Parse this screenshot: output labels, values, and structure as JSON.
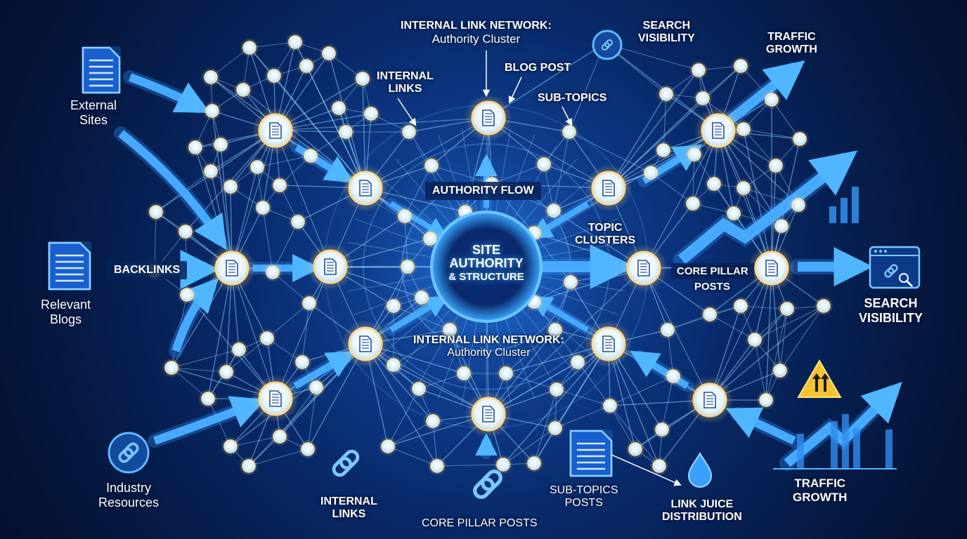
{
  "center": {
    "line1": "SITE",
    "line2": "AUTHORITY",
    "line3": "& STRUCTURE"
  },
  "labels": {
    "internal_link_network_top_line1": "INTERNAL LINK NETWORK:",
    "internal_link_network_top_line2": "Authority Cluster",
    "search_visibility_top_line1": "SEARCH",
    "search_visibility_top_line2": "VISIBILITY",
    "traffic_growth_top_line1": "TRAFFIC",
    "traffic_growth_top_line2": "GROWTH",
    "internal_links_top_line1": "INTERNAL",
    "internal_links_top_line2": "LINKS",
    "blog_post": "BLOG POST",
    "sub_topics": "SUB-TOPICS",
    "authority_flow": "AUTHORITY FLOW",
    "topic_clusters_line1": "TOPIC",
    "topic_clusters_line2": "CLUSTERS",
    "backlinks": "BACKLINKS",
    "core_pillar_right_line1": "CORE PILLAR",
    "core_pillar_right_line2": "POSTS",
    "internal_link_network_bottom_line1": "INTERNAL LINK NETWORK:",
    "internal_link_network_bottom_line2": "Authority Cluster",
    "search_visibility_right_line1": "SEARCH",
    "search_visibility_right_line2": "VISIBILITY",
    "traffic_growth_bottom_line1": "TRAFFIC",
    "traffic_growth_bottom_line2": "GROWTH",
    "external_sites_line1": "External",
    "external_sites_line2": "Sites",
    "relevant_blogs_line1": "Relevant",
    "relevant_blogs_line2": "Blogs",
    "industry_resources_line1": "Industry",
    "industry_resources_line2": "Resources",
    "internal_links_bottom_line1": "INTERNAL",
    "internal_links_bottom_line2": "LINKS",
    "core_pillar_bottom": "CORE PILLAR POSTS",
    "sub_topics_posts_line1": "SUB-TOPICS",
    "sub_topics_posts_line2": "POSTS",
    "link_juice_line1": "LINK JUICE",
    "link_juice_line2": "DISTRIBUTION"
  },
  "colors": {
    "background": "#061a44",
    "node_glow": "#ffd98a",
    "link": "#8fd3ff",
    "arrow": "#3aa0ff",
    "warning": "#f2c230"
  }
}
